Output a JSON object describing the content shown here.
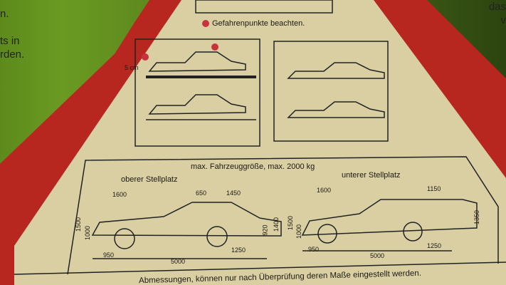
{
  "left_text": [
    "n.",
    "ts in",
    "rden."
  ],
  "right_text": [
    "das",
    "v"
  ],
  "legend": {
    "marker_color": "#c8323c",
    "text": "Gefahrenpunkte beachten."
  },
  "clearance_label": "5 cm",
  "title": "max. Fahrzeuggröße, max. 2000 kg",
  "upper": {
    "label": "oberer Stellplatz",
    "dims": [
      "1600",
      "650",
      "1450",
      "1500",
      "1000",
      "920",
      "1400",
      "950",
      "1250",
      "5000"
    ]
  },
  "lower": {
    "label": "unterer Stellplatz",
    "dims": [
      "1600",
      "1150",
      "1500",
      "1000",
      "1350",
      "950",
      "1250",
      "5000"
    ]
  },
  "footer": "Abmessungen, können nur nach Überprüfung deren Maße eingestellt werden.",
  "colors": {
    "sign_red": "#c42a22",
    "sign_cream": "#d9cfa3",
    "green": "#6a9a22"
  }
}
